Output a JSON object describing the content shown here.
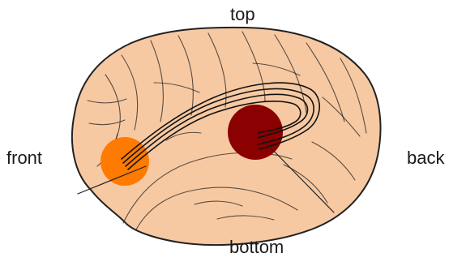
{
  "labels": {
    "top": "top",
    "front": "front",
    "back": "back",
    "bottom": "bottom"
  },
  "colors": {
    "brain_fill": "#f7c9a2",
    "brain_outline": "#222222",
    "frontal_region": "#ff7a00",
    "temporal_region": "#8b0000",
    "fiber_tract": "#111111"
  }
}
